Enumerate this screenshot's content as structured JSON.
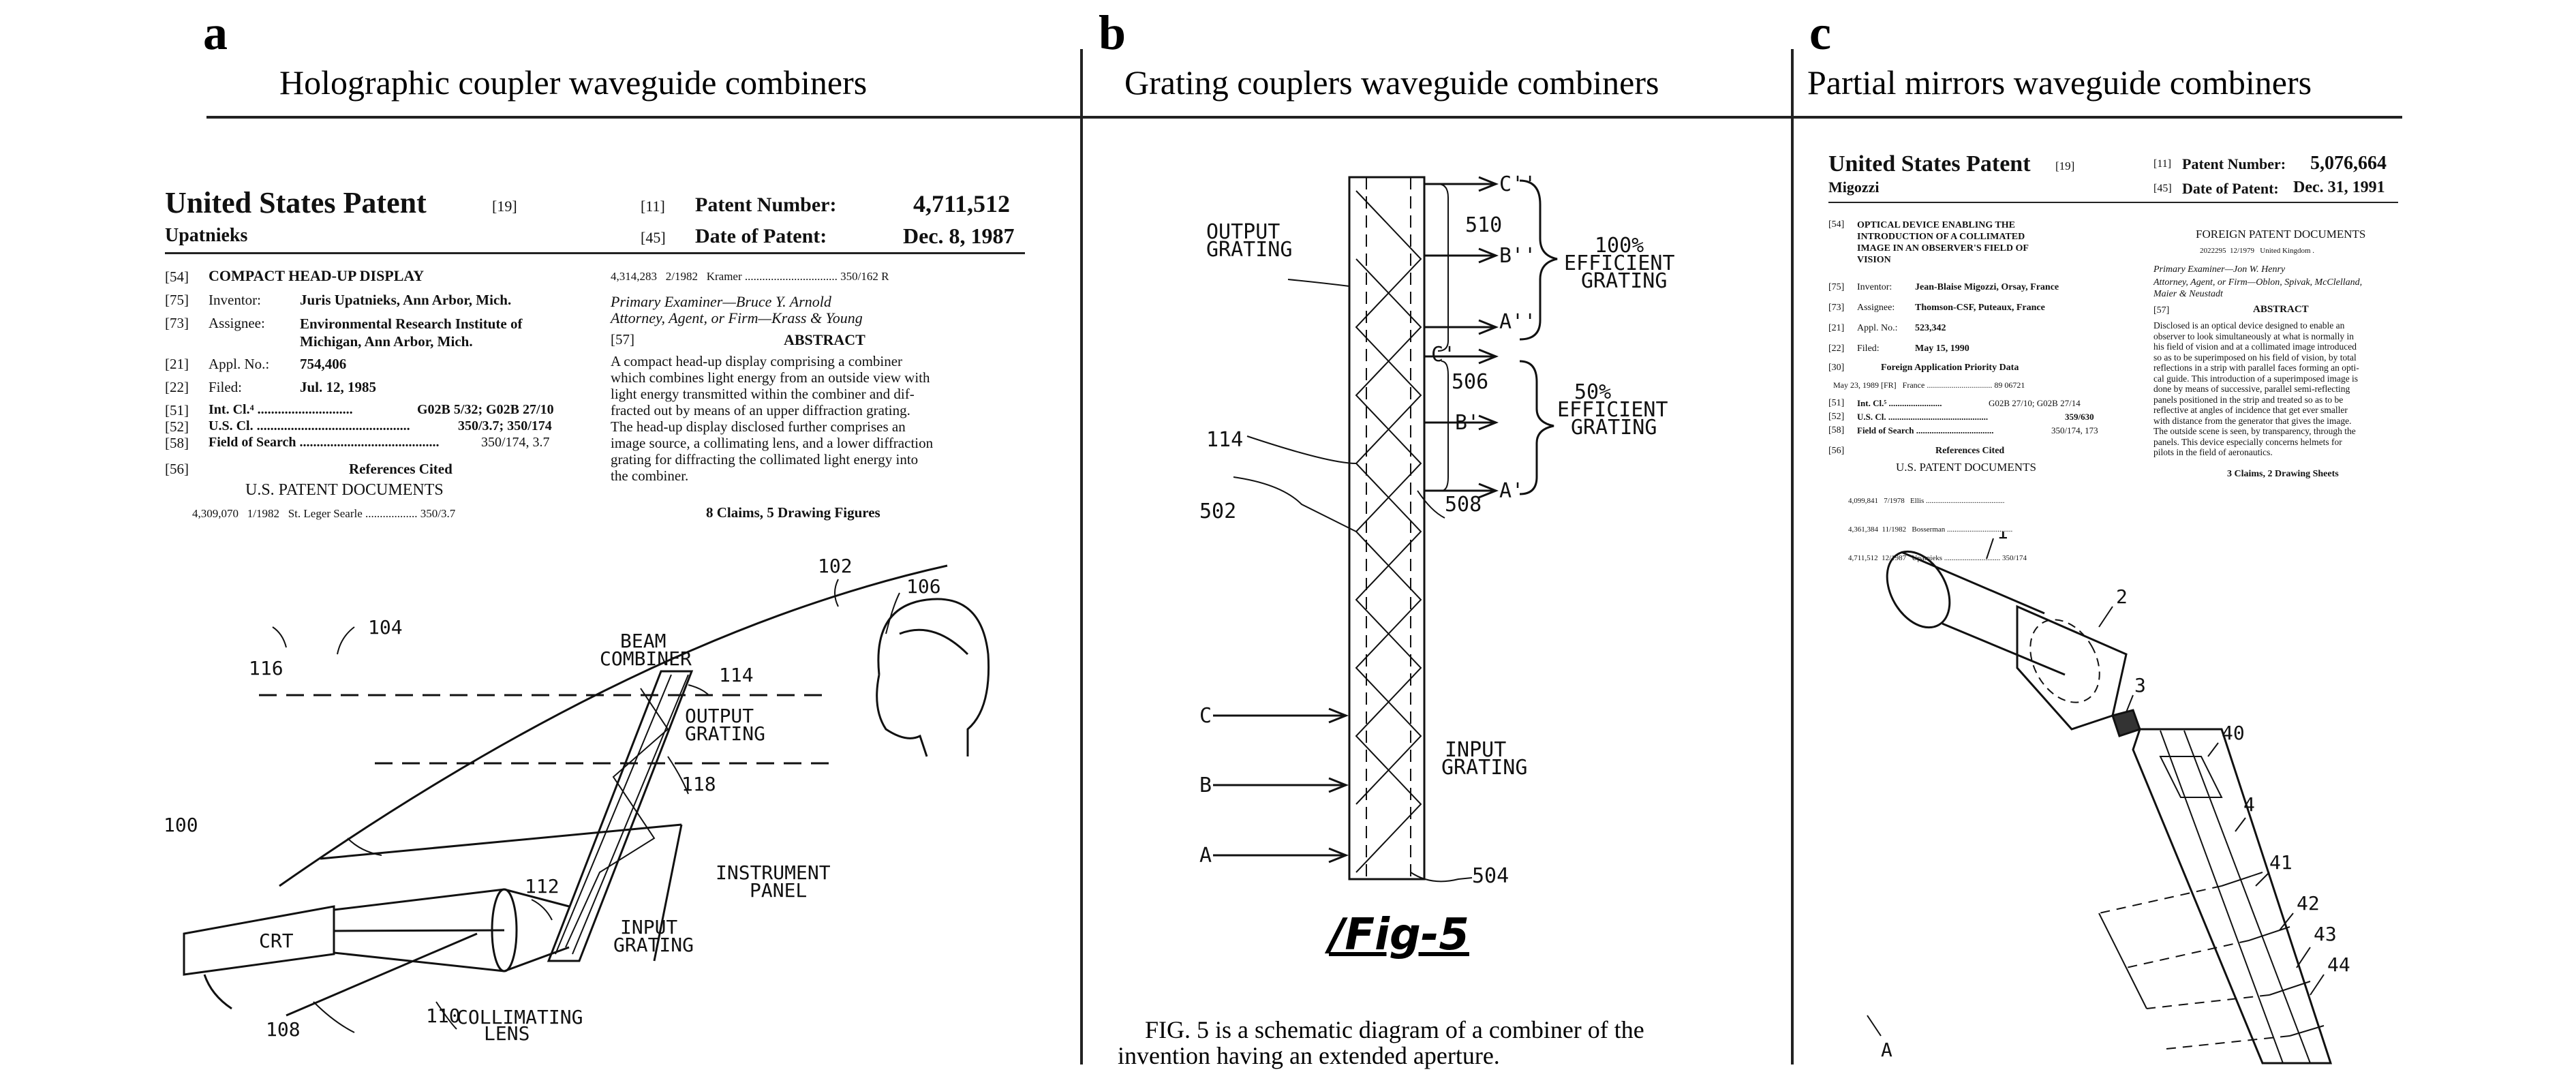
{
  "panels": [
    {
      "letter": "a",
      "title": "Holographic coupler waveguide combiners"
    },
    {
      "letter": "b",
      "title": "Grating couplers waveguide combiners"
    },
    {
      "letter": "c",
      "title": "Partial mirrors waveguide combiners"
    }
  ],
  "patent_a": {
    "header_title": "United States Patent",
    "header_num": "[19]",
    "inventor_surname": "Upatnieks",
    "patent_number_tag": "[11]",
    "patent_number_label": "Patent Number:",
    "patent_number": "4,711,512",
    "date_tag": "[45]",
    "date_label": "Date of Patent:",
    "date": "Dec. 8, 1987",
    "title_tag": "[54]",
    "title": "COMPACT HEAD-UP DISPLAY",
    "inventor_tag": "[75]",
    "inventor_label": "Inventor:",
    "inventor": "Juris Upatnieks, Ann Arbor, Mich.",
    "assignee_tag": "[73]",
    "assignee_label": "Assignee:",
    "assignee": "Environmental Research Institute of Michigan, Ann Arbor, Mich.",
    "appl_tag": "[21]",
    "appl_label": "Appl. No.:",
    "appl": "754,406",
    "filed_tag": "[22]",
    "filed_label": "Filed:",
    "filed": "Jul. 12, 1985",
    "intcl_tag": "[51]",
    "intcl_label": "Int. Cl.⁴ ............................",
    "intcl": "G02B 5/32; G02B 27/10",
    "uscl_tag": "[52]",
    "uscl_label": "U.S. Cl. .............................................",
    "uscl": "350/3.7; 350/174",
    "fos_tag": "[58]",
    "fos_label": "Field of Search .........................................",
    "fos": "350/174, 3.7",
    "refs_tag": "[56]",
    "refs_title": "References Cited",
    "us_docs": "U.S. PATENT DOCUMENTS",
    "ref1": "4,309,070   1/1982   St. Leger Searle .................. 350/3.7",
    "ref2": "4,314,283   2/1982   Kramer ................................ 350/162 R",
    "examiner": "Primary Examiner—Bruce Y. Arnold",
    "attorney": "Attorney, Agent, or Firm—Krass & Young",
    "abstract_tag": "[57]",
    "abstract_title": "ABSTRACT",
    "abstract_lines": [
      "A compact head-up display comprising a combiner",
      "which combines light energy from an outside view with",
      "light energy transmitted within the combiner and dif-",
      "fracted out by means of an upper diffraction grating.",
      "The head-up display disclosed further comprises an",
      "image source, a collimating lens, and a lower diffraction",
      "grating for diffracting the collimated light energy into",
      "the combiner."
    ],
    "claims": "8 Claims, 5 Drawing Figures"
  },
  "drawing_a": {
    "labels": {
      "n100": "100",
      "n102": "102",
      "n104": "104",
      "n106": "106",
      "n108": "108",
      "n110": "110",
      "n112": "112",
      "n114": "114",
      "n116": "116",
      "n118": "118",
      "beam": "BEAM",
      "combiner": "COMBINER",
      "output": "OUTPUT",
      "grating1": "GRATING",
      "input": "INPUT",
      "grating2": "GRATING",
      "instrument": "INSTRUMENT",
      "panel": "PANEL",
      "crt": "CRT",
      "collimating": "COLLIMATING",
      "lens": "LENS"
    }
  },
  "drawing_b": {
    "labels": {
      "output": "OUTPUT",
      "grating_out": "GRATING",
      "c2": "C''",
      "b2": "B''",
      "a2": "A''",
      "n510": "510",
      "eff100": "100%",
      "efficient1": "EFFICIENT",
      "grating100": "GRATING",
      "c1": "C'",
      "n506": "506",
      "b1": "B'",
      "a1": "A'",
      "eff50": "50%",
      "efficient2": "EFFICIENT",
      "grating50": "GRATING",
      "n114": "114",
      "n502": "502",
      "n508": "508",
      "c": "C",
      "b": "B",
      "a": "A",
      "input": "INPUT",
      "grating_in": "GRATING",
      "n504": "504"
    },
    "fig_label": "/Fig-5",
    "caption_line1": "FIG. 5 is a schematic diagram of a combiner of the",
    "caption_line2": "invention having an extended aperture."
  },
  "patent_c": {
    "header_title": "United States Patent",
    "header_num": "[19]",
    "inventor_surname": "Migozzi",
    "patent_number_tag": "[11]",
    "patent_number_label": "Patent Number:",
    "patent_number": "5,076,664",
    "date_tag": "[45]",
    "date_label": "Date of Patent:",
    "date": "Dec. 31, 1991",
    "title_tag": "[54]",
    "title_lines": [
      "OPTICAL DEVICE ENABLING THE",
      "INTRODUCTION OF A COLLIMATED",
      "IMAGE IN AN OBSERVER'S FIELD OF",
      "VISION"
    ],
    "inventor_tag": "[75]",
    "inventor_label": "Inventor:",
    "inventor": "Jean-Blaise Migozzi, Orsay, France",
    "assignee_tag": "[73]",
    "assignee_label": "Assignee:",
    "assignee": "Thomson-CSF, Puteaux, France",
    "appl_tag": "[21]",
    "appl_label": "Appl. No.:",
    "appl": "523,342",
    "filed_tag": "[22]",
    "filed_label": "Filed:",
    "filed": "May 15, 1990",
    "priority_tag": "[30]",
    "priority_title": "Foreign Application Priority Data",
    "priority": "May 23, 1989 [FR]   France ................................ 89 06721",
    "intcl_tag": "[51]",
    "intcl_label": "Int. Cl.⁵ ........................",
    "intcl": "G02B 27/10; G02B 27/14",
    "uscl_tag": "[52]",
    "uscl_label": "U.S. Cl. .............................................",
    "uscl": "359/630",
    "fos_tag": "[58]",
    "fos_label": "Field of Search ...................................",
    "fos": "350/174, 173",
    "refs_tag": "[56]",
    "refs_title": "References Cited",
    "us_docs": "U.S. PATENT DOCUMENTS",
    "ref1": "4,099,841   7/1978   Ellis ..........................................",
    "ref2": "4,361,384  11/1982   Bosserman ...................................",
    "ref3": "4,711,512  12/1987   Upatnieks .............................. 350/174",
    "foreign_title": "FOREIGN PATENT DOCUMENTS",
    "foreign_ref": "2022295  12/1979   United Kingdom .",
    "examiner": "Primary Examiner—Jon W. Henry",
    "attorney_lines": [
      "Attorney, Agent, or Firm—Oblon, Spivak, McClelland,",
      "Maier & Neustadt"
    ],
    "abstract_tag": "[57]",
    "abstract_title": "ABSTRACT",
    "abstract_lines": [
      "Disclosed is an optical device designed to enable an",
      "observer to look simultaneously at what is normally in",
      "his field of vision and at a collimated image introduced",
      "so as to be superimposed on his field of vision, by total",
      "reflections in a strip with parallel faces forming an opti-",
      "cal guide. This introduction of a superimposed image is",
      "done by means of successive, parallel semi-reflecting",
      "panels positioned in the strip and treated so as to be",
      "reflective at angles of incidence that get ever smaller",
      "with distance from the generator that gives the image.",
      "The outside scene is seen, by transparency, through the",
      "panels. This device especially concerns helmets for",
      "pilots in the field of aeronautics."
    ],
    "claims": "3 Claims, 2 Drawing Sheets"
  },
  "drawing_c": {
    "labels": {
      "n1": "1",
      "n2": "2",
      "n3": "3",
      "n4": "4",
      "n40": "40",
      "n41": "41",
      "n42": "42",
      "n43": "43",
      "n44": "44",
      "nA": "A"
    }
  }
}
